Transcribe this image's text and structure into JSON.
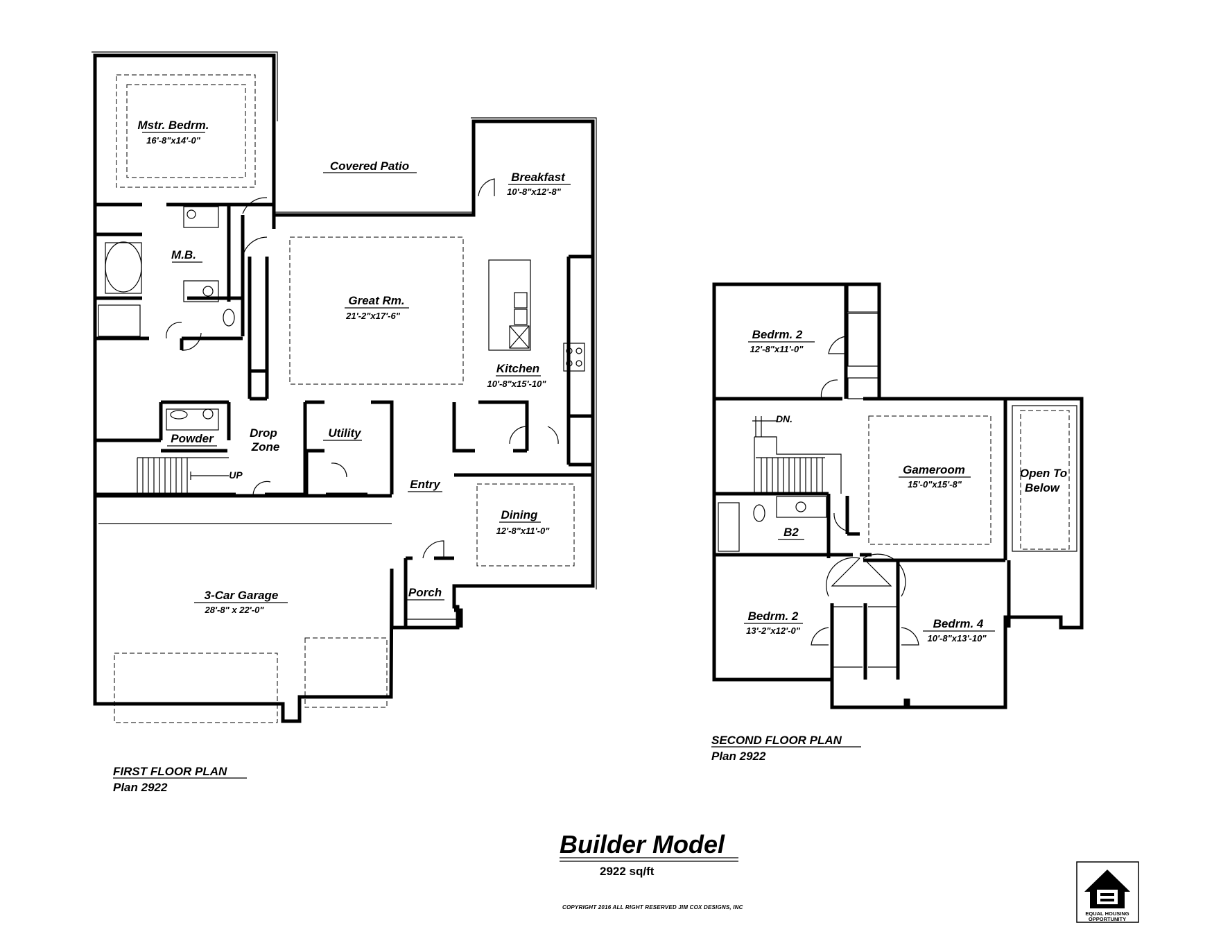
{
  "first_floor": {
    "rooms": {
      "mstr_bedrm": {
        "name": "Mstr. Bedrm.",
        "dim": "16'-8\"x14'-0\""
      },
      "covered_patio": {
        "name": "Covered Patio"
      },
      "breakfast": {
        "name": "Breakfast",
        "dim": "10'-8\"x12'-8\""
      },
      "mb": {
        "name": "M.B."
      },
      "great_rm": {
        "name": "Great Rm.",
        "dim": "21'-2\"x17'-6\""
      },
      "kitchen": {
        "name": "Kitchen",
        "dim": "10'-8\"x15'-10\""
      },
      "powder": {
        "name": "Powder"
      },
      "drop_zone": {
        "name_1": "Drop",
        "name_2": "Zone"
      },
      "utility": {
        "name": "Utility"
      },
      "up": {
        "name": "UP"
      },
      "entry": {
        "name": "Entry"
      },
      "dining": {
        "name": "Dining",
        "dim": "12'-8\"x11'-0\""
      },
      "porch": {
        "name": "Porch"
      },
      "garage": {
        "name": "3-Car Garage",
        "dim": "28'-8\" x 22'-0\""
      }
    },
    "caption_title": "FIRST FLOOR PLAN",
    "caption_plan": "Plan 2922"
  },
  "second_floor": {
    "rooms": {
      "bedrm2_top": {
        "name": "Bedrm. 2",
        "dim": "12'-8\"x11'-0\""
      },
      "dn": {
        "name": "DN."
      },
      "gameroom": {
        "name": "Gameroom",
        "dim": "15'-0\"x15'-8\""
      },
      "open_to_below": {
        "name_1": "Open To",
        "name_2": "Below"
      },
      "b2": {
        "name": "B2"
      },
      "bedrm2_bottom": {
        "name": "Bedrm. 2",
        "dim": "13'-2\"x12'-0\""
      },
      "bedrm4": {
        "name": "Bedrm. 4",
        "dim": "10'-8\"x13'-10\""
      }
    },
    "caption_title": "SECOND FLOOR PLAN",
    "caption_plan": "Plan 2922"
  },
  "title": "Builder Model",
  "sqft": "2922 sq/ft",
  "copyright": "COPYRIGHT 2016 ALL RIGHT RESERVED JIM COX DESIGNS, INC",
  "logo": {
    "icon": "equal-housing-house-icon",
    "line1": "EQUAL HOUSING",
    "line2": "OPPORTUNITY"
  }
}
